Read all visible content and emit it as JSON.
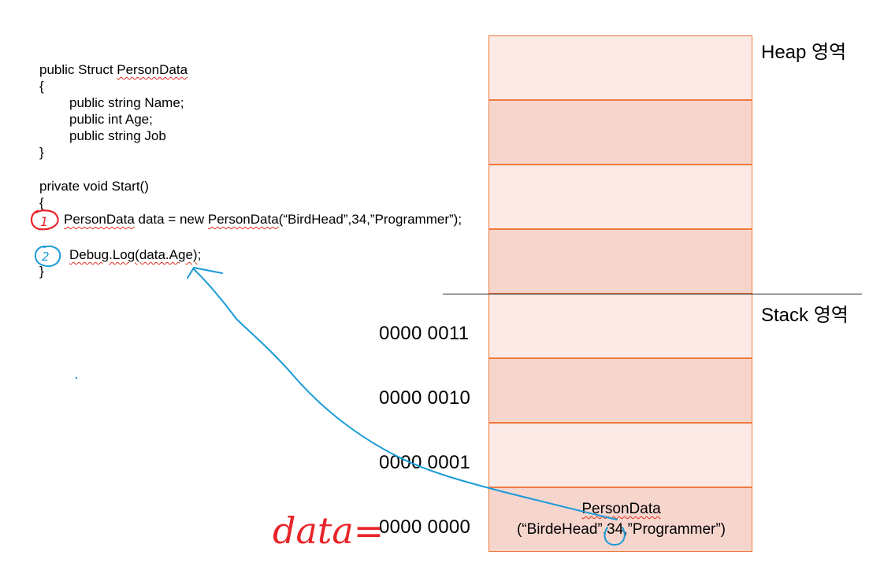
{
  "code": {
    "lines": [
      "public Struct ",
      "PersonData",
      "{",
      "public string Name;",
      "public int Age;",
      "public string Job",
      "}",
      "private void Start()",
      "{",
      "PersonData",
      " data = new ",
      "PersonData",
      "(“BirdHead”,34,”Programmer”);",
      "Debug.Log(data.Age)",
      ";",
      "}"
    ]
  },
  "annotations": {
    "step1": "1",
    "step2": "2",
    "data_label": "data="
  },
  "memory": {
    "heap_label": "Heap 영역",
    "stack_label": "Stack 영역",
    "addresses": [
      "0000 0011",
      "0000 0010",
      "0000 0001",
      "0000 0000"
    ],
    "bottom_cell_line1": "PersonData",
    "bottom_cell_line2_a": "(“BirdeHead”,",
    "bottom_cell_line2_b": "34",
    "bottom_cell_line2_c": ",”Programmer”)"
  },
  "colors": {
    "cell_light": "#fbeae6",
    "cell_dark": "#f6d5cd",
    "cell_border": "#ef7a3c",
    "annotation_red": "#e8242a",
    "annotation_blue": "#1a9bd7"
  }
}
